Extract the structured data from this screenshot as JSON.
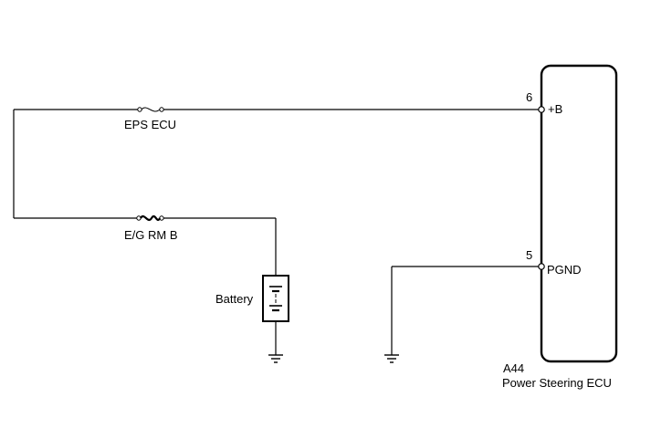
{
  "fuses": {
    "eps_ecu": {
      "label": "EPS ECU"
    },
    "eg_rm_b": {
      "label": "E/G RM B"
    }
  },
  "battery": {
    "label": "Battery"
  },
  "ecu": {
    "connector": "A44",
    "name": "Power Steering ECU",
    "pins": [
      {
        "number": "6",
        "name": "+B"
      },
      {
        "number": "5",
        "name": "PGND"
      }
    ]
  }
}
